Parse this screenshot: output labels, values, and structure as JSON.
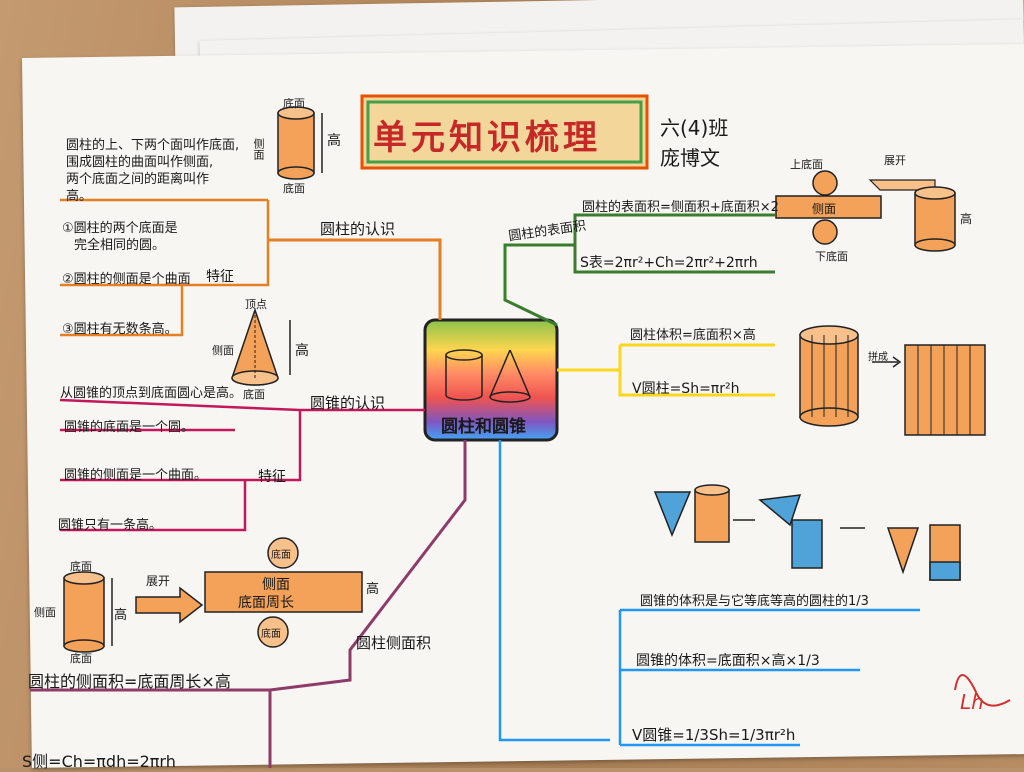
{
  "title": "单元知识梳理",
  "class_label": "六(4)班",
  "author": "庞博文",
  "center_label": "圆柱和圆锥",
  "branches": {
    "cylinder_intro": "圆柱的认识",
    "cone_intro": "圆锥的认识",
    "cylinder_lateral": "圆柱侧面积",
    "cylinder_surface": "圆柱的表面积"
  },
  "cylinder_definition": [
    "圆柱的上、下两个面叫作底面,",
    "围成圆柱的曲面叫作侧面,",
    "两个底面之间的距离叫作",
    "高。"
  ],
  "cylinder_features_label": "特征",
  "cylinder_features": [
    "①圆柱的两个底面是",
    "完全相同的圆。",
    "②圆柱的侧面是个曲面",
    "③圆柱有无数条高。"
  ],
  "cylinder_diagram": {
    "top": "底面",
    "side": "侧面",
    "height": "高",
    "bottom": "底面"
  },
  "cone_diagram": {
    "apex": "顶点",
    "side": "侧面",
    "height": "高",
    "base": "底面"
  },
  "cone_height_def": "从圆锥的顶点到底面圆心是高。",
  "cone_features_label": "特征",
  "cone_features": [
    "圆锥的底面是一个圆。",
    "圆锥的侧面是一个曲面。",
    "圆锥只有一条高。"
  ],
  "surface_area": {
    "formula_text": "圆柱的表面积=侧面积+底面积×2",
    "formula": "S表=2πr²+Ch=2πr²+2πrh"
  },
  "surface_diagram": {
    "top": "上底面",
    "side": "侧面",
    "bottom": "下底面",
    "unfold": "展开",
    "height": "高"
  },
  "volume": {
    "formula_text": "圆柱体积=底面积×高",
    "formula": "V圆柱=Sh=πr²h",
    "arrow_label": "拼成"
  },
  "cone_volume": [
    "圆锥的体积是与它等底等高的圆柱的1/3",
    "圆锥的体积=底面积×高×1/3",
    "V圆锥=1/3Sh=1/3πr²h"
  ],
  "lateral_diagram": {
    "top": "底面",
    "side": "侧面",
    "height": "高",
    "bottom": "底面",
    "unfold": "展开",
    "rect_side": "侧面",
    "rect_circ": "底面周长",
    "rect_height": "高",
    "circle_top": "底面",
    "circle_bottom": "底面"
  },
  "lateral_formula": "圆柱的侧面积=底面周长×高",
  "lateral_formula2": "S侧=Ch=πdh=2πrh",
  "signature": "Lh"
}
